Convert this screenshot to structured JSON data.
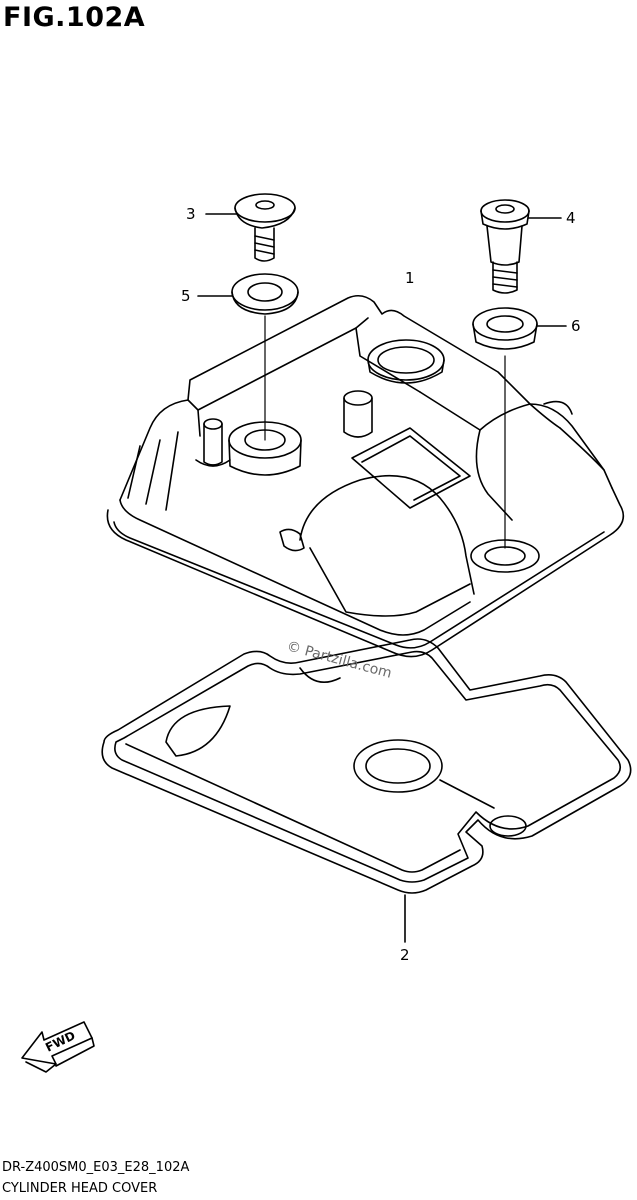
{
  "figure": {
    "title": "FIG.102A",
    "code": "DR-Z400SM0_E03_E28_102A",
    "caption": "CYLINDER HEAD COVER"
  },
  "watermark": {
    "text": "© Partzilla.com"
  },
  "fwd_arrow": {
    "text": "FWD"
  },
  "callouts": [
    {
      "id": "1",
      "label": "1"
    },
    {
      "id": "2",
      "label": "2"
    },
    {
      "id": "3",
      "label": "3"
    },
    {
      "id": "4",
      "label": "4"
    },
    {
      "id": "5",
      "label": "5"
    },
    {
      "id": "6",
      "label": "6"
    }
  ]
}
